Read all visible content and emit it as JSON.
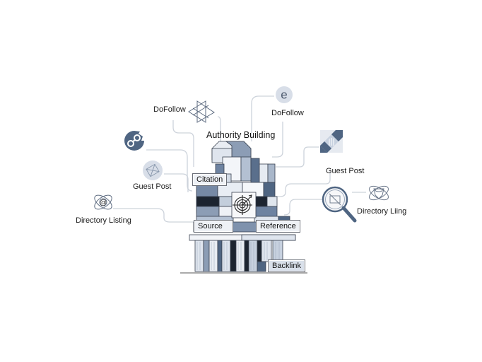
{
  "diagram": {
    "title": "Authority Building",
    "center_tags": {
      "citation": "Citation",
      "source": "Source",
      "reference": "Reference",
      "backlink": "Backlink"
    },
    "nodes": [
      {
        "label": "DoFollow",
        "icon": "triangle-knot-icon",
        "side": "top-left"
      },
      {
        "label": "DoFollow",
        "icon": "letter-e-icon",
        "side": "top-right"
      },
      {
        "label": "",
        "icon": "chain-link-badge-icon",
        "side": "left"
      },
      {
        "label": "Guest Post",
        "icon": "envelope-circle-icon",
        "side": "left"
      },
      {
        "label": "Directory Listing",
        "icon": "at-sign-atom-icon",
        "side": "left"
      },
      {
        "label": "Guest Post",
        "icon": "building-diamond-icon",
        "side": "right"
      },
      {
        "label": "",
        "icon": "magnifier-envelope-icon",
        "side": "right"
      },
      {
        "label": "Directory Liing",
        "icon": "shield-atom-icon",
        "side": "right"
      }
    ],
    "center_icon": "target-arrow-icon",
    "colors": {
      "dark": "#1c2430",
      "slate": "#4f6582",
      "mid": "#8c9db5",
      "light": "#c7d1df",
      "pale": "#e8edf4",
      "line": "#c9d0d9"
    }
  }
}
